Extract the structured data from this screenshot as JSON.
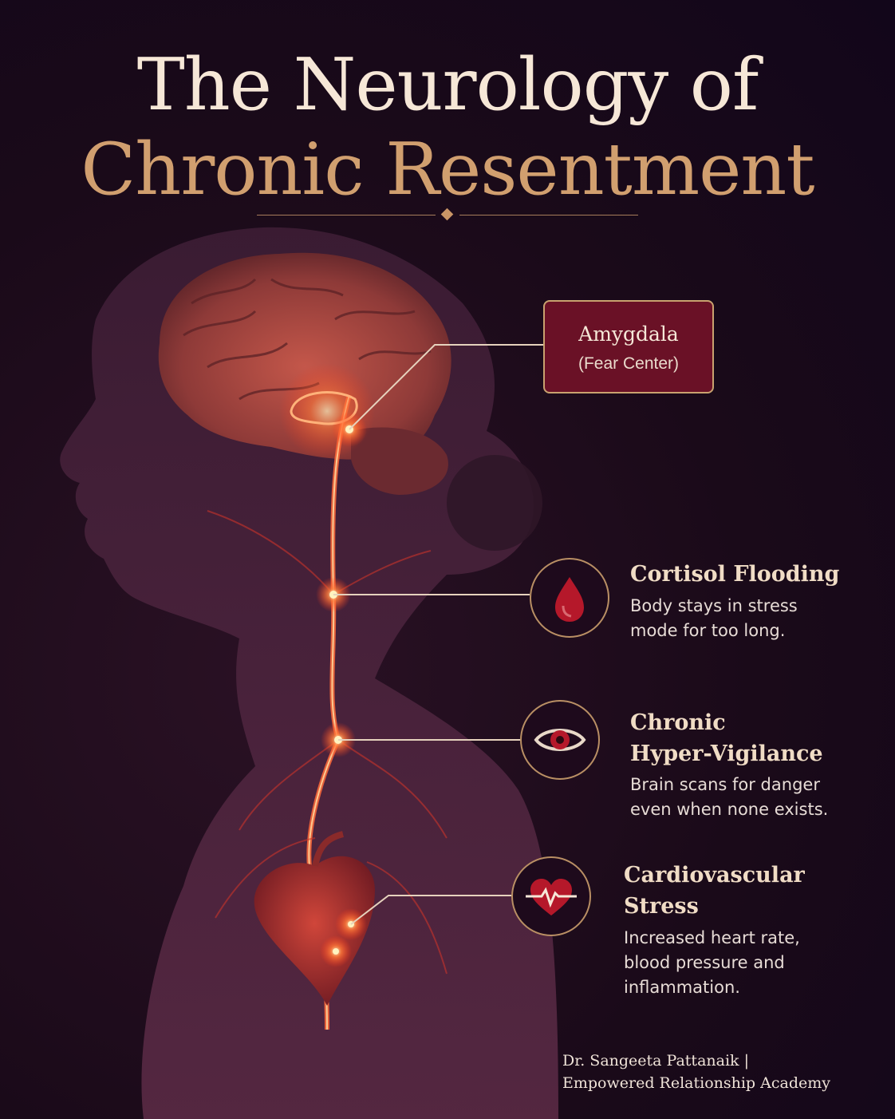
{
  "title": {
    "line1": "The Neurology of",
    "line2": "Chronic Resentment"
  },
  "amygdala": {
    "name": "Amygdala",
    "subtitle": "(Fear Center)"
  },
  "items": [
    {
      "title_lines": [
        "Cortisol Flooding"
      ],
      "desc_lines": [
        "Body stays in stress",
        "mode for too long."
      ],
      "icon": "blood-drop-icon"
    },
    {
      "title_lines": [
        "Chronic",
        "Hyper-Vigilance"
      ],
      "desc_lines": [
        "Brain scans for danger",
        "even when none exists."
      ],
      "icon": "eye-icon"
    },
    {
      "title_lines": [
        "Cardiovascular",
        "Stress"
      ],
      "desc_lines": [
        "Increased heart rate,",
        "blood pressure and",
        "inflammation."
      ],
      "icon": "heartbeat-icon"
    }
  ],
  "footer": {
    "line1": "Dr. Sangeeta Pattanaik |",
    "line2": "Empowered Relationship Academy"
  },
  "colors": {
    "background": "#1a0a19",
    "accent_gold": "#d19f6f",
    "label_red": "#6a1126",
    "glow_red": "#ff4a2a"
  }
}
